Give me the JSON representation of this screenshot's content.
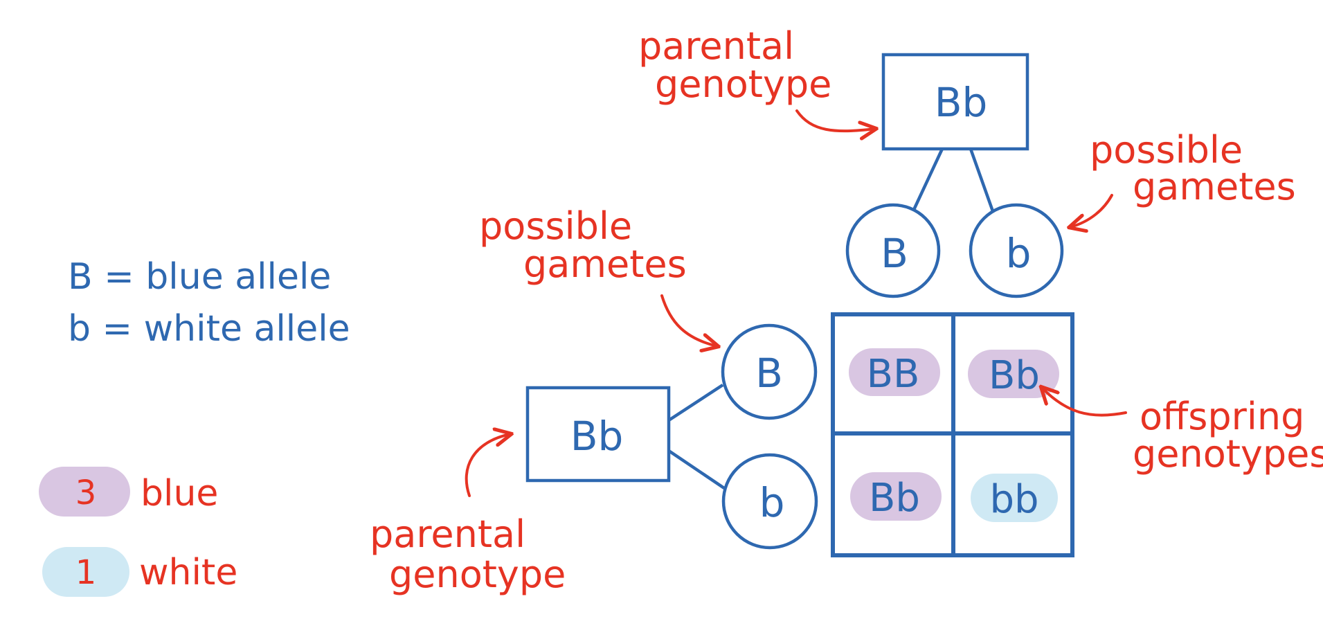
{
  "legend": {
    "allele_dominant": "B = blue allele",
    "allele_recessive": "b = white allele",
    "count_blue": "3",
    "label_blue": "blue",
    "count_white": "1",
    "label_white": "white"
  },
  "top_parent": {
    "genotype": "Bb",
    "annotation_line1": "parental",
    "annotation_line2": "genotype",
    "gametes": [
      "B",
      "b"
    ],
    "gametes_annotation_line1": "possible",
    "gametes_annotation_line2": "gametes"
  },
  "left_parent": {
    "genotype": "Bb",
    "annotation_line1": "parental",
    "annotation_line2": "genotype",
    "gametes": [
      "B",
      "b"
    ],
    "gametes_annotation_line1": "possible",
    "gametes_annotation_line2": "gametes"
  },
  "punnett": {
    "cells": [
      {
        "genotype": "BB",
        "phenotype": "blue"
      },
      {
        "genotype": "Bb",
        "phenotype": "blue"
      },
      {
        "genotype": "Bb",
        "phenotype": "blue"
      },
      {
        "genotype": "bb",
        "phenotype": "white"
      }
    ],
    "annotation_line1": "offspring",
    "annotation_line2": "genotypes"
  },
  "colors": {
    "ink_blue": "#2e68b0",
    "ink_red": "#e63323",
    "blue_phenotype_fill": "#d9c6e2",
    "white_phenotype_fill": "#cfe9f4"
  }
}
